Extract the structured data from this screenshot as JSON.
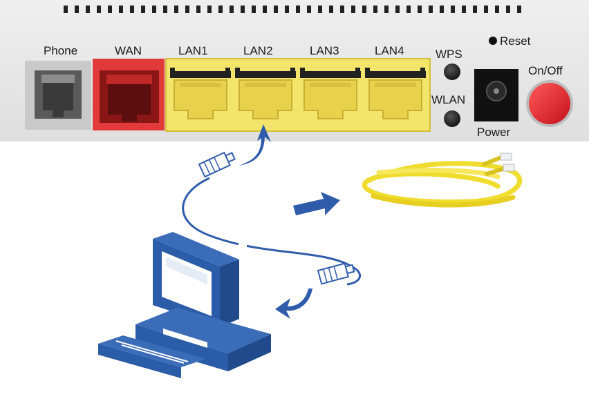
{
  "router": {
    "ports": [
      {
        "id": "phone",
        "label": "Phone"
      },
      {
        "id": "wan",
        "label": "WAN"
      },
      {
        "id": "lan1",
        "label": "LAN1"
      },
      {
        "id": "lan2",
        "label": "LAN2"
      },
      {
        "id": "lan3",
        "label": "LAN3"
      },
      {
        "id": "lan4",
        "label": "LAN4"
      }
    ],
    "buttons": {
      "wps": "WPS",
      "wlan": "WLAN",
      "reset": "Reset",
      "power": "Power",
      "onoff": "On/Off"
    }
  },
  "colors": {
    "router_body": "#e6e6e6",
    "phone_port": "#c8c8c8",
    "wan_port": "#e23a3a",
    "lan_port": "#f2e36a",
    "lan_border": "#d9c23a",
    "cable": "#2f5bab",
    "computer": "#2b5ca8",
    "onoff_button": "#e8202a",
    "ethernet_cable": "#f0e030"
  },
  "icons": [
    "computer-icon",
    "ethernet-plug-icon",
    "arrow-icon",
    "ethernet-cable-coil-icon"
  ]
}
